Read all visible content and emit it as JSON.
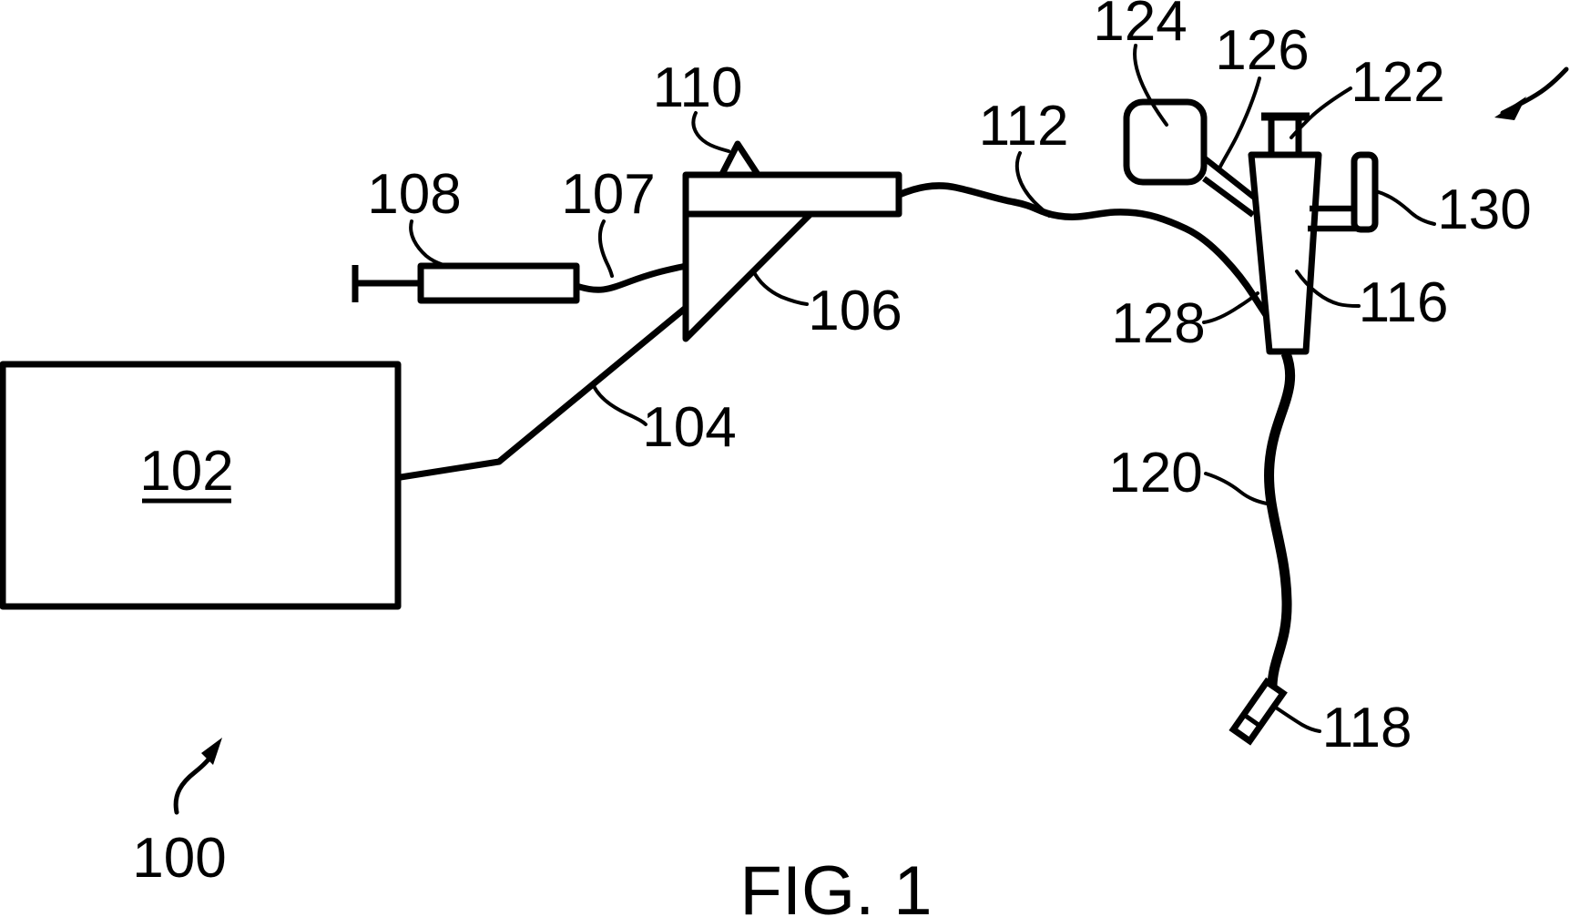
{
  "figure": {
    "caption": "FIG. 1",
    "ink_color": "#000000",
    "background_color": "#ffffff"
  },
  "labels": {
    "n100": "100",
    "n102": "102",
    "n104": "104",
    "n106": "106",
    "n107": "107",
    "n108": "108",
    "n110": "110",
    "n112": "112",
    "n116": "116",
    "n118": "118",
    "n120": "120",
    "n122": "122",
    "n124": "124",
    "n126": "126",
    "n128": "128",
    "n130": "130"
  }
}
